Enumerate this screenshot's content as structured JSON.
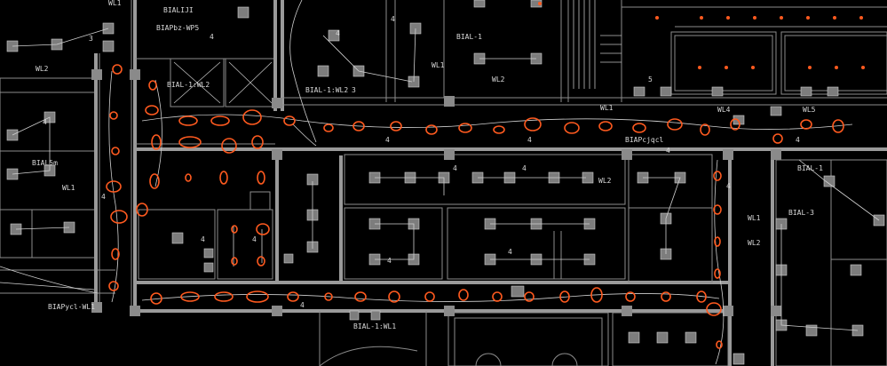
{
  "title": "",
  "colors": {
    "background": "#000000",
    "wall": "#8c8c8c",
    "line": "#cfcfcf",
    "text": "#d9d9d9",
    "luminaire": "#ff5a1f",
    "fixture": "#7d7d7d"
  },
  "labels": {
    "l01": "BIALIJI",
    "l02": "BIAPbz-WP5",
    "l03": "3",
    "l04": "WL2",
    "l05": "4",
    "l06": "BIAL-1:WL2",
    "l07": "BIAL-1:WL2",
    "l08": "3",
    "l09": "4",
    "l10": "BIAL-1",
    "l11": "WL1",
    "l12": "WL2",
    "l13": "5",
    "l14": "WL1",
    "l15": "WL4",
    "l16": "WL5",
    "l17": "BIAPcjqcl",
    "l18": "BIAL-1",
    "l19": "BIAL-3",
    "l20": "WL1",
    "l21": "WL2",
    "l22": "BIAL5m",
    "l23": "WL1",
    "l24": "BIAPycl-WL1",
    "l25": "BIAL-1:WL1",
    "l26": "WL2",
    "l27": "4",
    "l28": "4",
    "l29": "4",
    "l30": "4",
    "l31": "4",
    "l32": "4",
    "l33": "4",
    "l34": "4",
    "l35": "4",
    "l36": "4",
    "l37": "4",
    "l38": "4",
    "l39": "4",
    "l40": "4",
    "l41": "4",
    "l42": "WL1"
  }
}
